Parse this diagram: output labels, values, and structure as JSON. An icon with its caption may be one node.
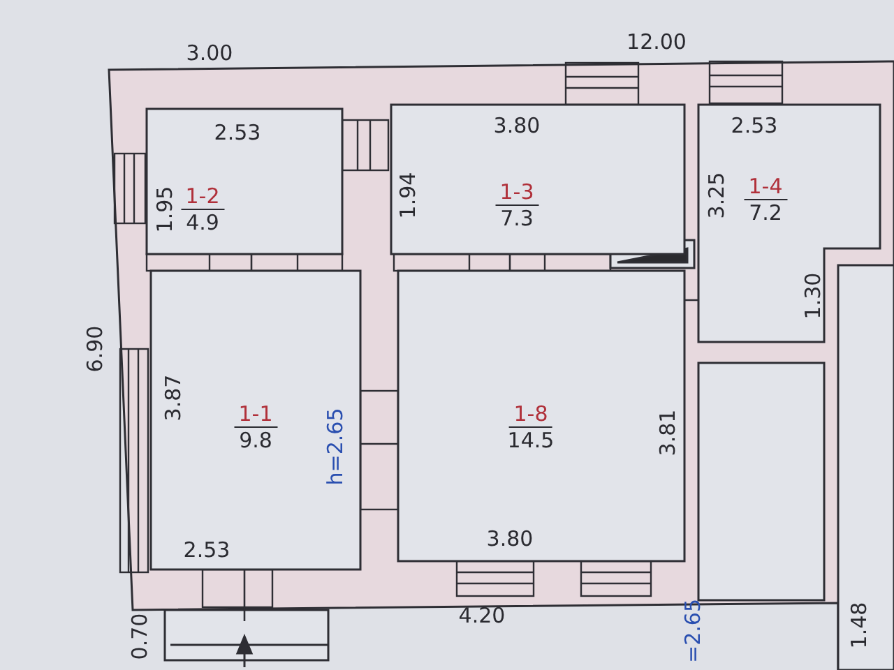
{
  "diagram": {
    "nodes": [
      {
        "text": [
          "1-2",
          "4.9"
        ]
      },
      {
        "text": [
          "1-3",
          "7.3"
        ]
      },
      {
        "text": [
          "1-4",
          "7.2"
        ]
      },
      {
        "text": [
          "1-1",
          "9.8"
        ]
      },
      {
        "text": [
          "1-8",
          "14.5"
        ]
      }
    ],
    "labels": [
      "3.00",
      "12.00",
      "2.53",
      "3.80",
      "2.53",
      "1.95",
      "1.94",
      "3.25",
      "6.90",
      "1.30",
      "3.87",
      "h=2.65",
      "3.81",
      "2.53",
      "3.80",
      "4.20",
      "0.70",
      "=2.65",
      "1.48"
    ]
  }
}
